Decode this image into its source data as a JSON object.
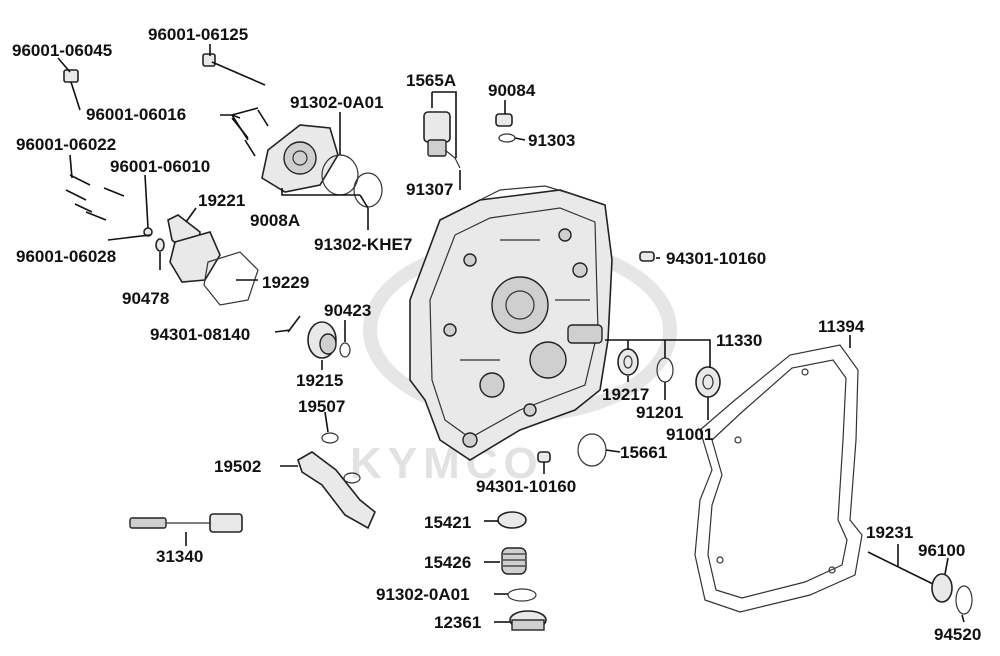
{
  "watermark": {
    "brand": "KYMCO"
  },
  "labels": {
    "p96001_06045": "96001-06045",
    "p96001_06125": "96001-06125",
    "p96001_06016": "96001-06016",
    "p96001_06022": "96001-06022",
    "p96001_06010": "96001-06010",
    "p96001_06028": "96001-06028",
    "p91302_0A01_top": "91302-0A01",
    "p9008A": "9008A",
    "p91302_KHE7": "91302-KHE7",
    "p1565A": "1565A",
    "p91307": "91307",
    "p90084": "90084",
    "p91303": "91303",
    "p19221": "19221",
    "p19229": "19229",
    "p90478": "90478",
    "p94301_10160_top": "94301-10160",
    "p94301_08140": "94301-08140",
    "p90423": "90423",
    "p19215": "19215",
    "p11330": "11330",
    "p11394": "11394",
    "p19217": "19217",
    "p91201": "91201",
    "p91001": "91001",
    "p19507": "19507",
    "p19502": "19502",
    "p15661": "15661",
    "p94301_10160_bottom": "94301-10160",
    "p31340": "31340",
    "p15421": "15421",
    "p15426": "15426",
    "p91302_0A01_bottom": "91302-0A01",
    "p12361": "12361",
    "p19231": "19231",
    "p96100": "96100",
    "p94520": "94520"
  },
  "colors": {
    "ink": "#111111",
    "part_fill": "#e9e9e9",
    "watermark": "#e2e2e2"
  }
}
